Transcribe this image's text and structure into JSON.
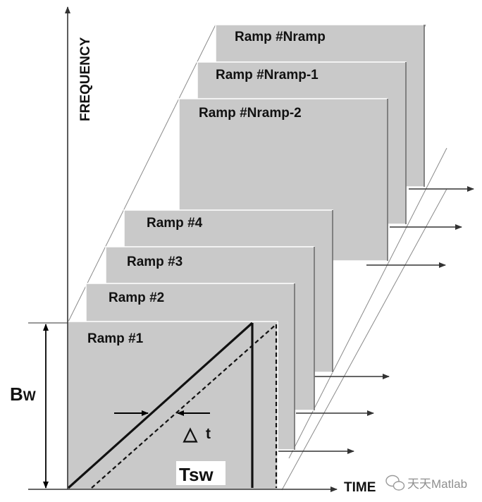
{
  "axes": {
    "frequency_label": "FREQUENCY",
    "time_label": "TIME"
  },
  "ramps": [
    {
      "label": "Ramp #1"
    },
    {
      "label": "Ramp #2"
    },
    {
      "label": "Ramp #3"
    },
    {
      "label": "Ramp #4"
    },
    {
      "label": "Ramp #Nramp-2"
    },
    {
      "label": "Ramp #Nramp-1"
    },
    {
      "label": "Ramp #Nramp"
    }
  ],
  "annotations": {
    "bandwidth_main": "B",
    "bandwidth_sub": "W",
    "delay_symbol": "△",
    "delay_label": "t",
    "sweep_time": "Tsw"
  },
  "watermark": {
    "text": "天天Matlab"
  },
  "colors": {
    "panel_fill": "#c9c9c9",
    "line": "#111111",
    "background": "#ffffff"
  }
}
